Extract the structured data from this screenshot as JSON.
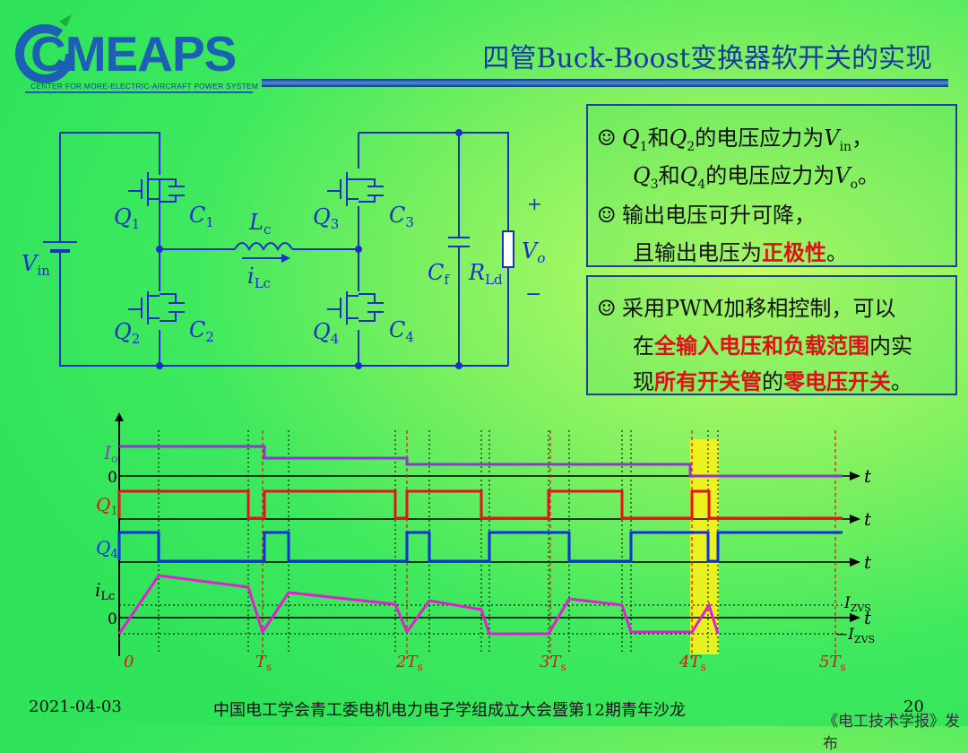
{
  "header": {
    "logo_text": "CMEAPS",
    "logo_subtitle": "CENTER FOR MORE-ELECTRIC-AIRCRAFT POWER SYSTEM",
    "title": "四管Buck-Boost变换器软开关的实现"
  },
  "circuit": {
    "labels": {
      "vin": "V",
      "vin_sub": "in",
      "q1": "Q",
      "q1_sub": "1",
      "q2": "Q",
      "q2_sub": "2",
      "q3": "Q",
      "q3_sub": "3",
      "q4": "Q",
      "q4_sub": "4",
      "c1": "C",
      "c1_sub": "1",
      "c2": "C",
      "c2_sub": "2",
      "c3": "C",
      "c3_sub": "3",
      "c4": "C",
      "c4_sub": "4",
      "lc": "L",
      "lc_sub": "c",
      "ilc": "i",
      "ilc_sub": "Lc",
      "cf": "C",
      "cf_sub": "f",
      "rld": "R",
      "rld_sub": "Ld",
      "vo": "V",
      "vo_sub": "o",
      "plus": "+",
      "minus": "−"
    }
  },
  "notes": {
    "box1": {
      "line1": {
        "a": "Q",
        "a_sub": "1",
        "b": "和",
        "c": "Q",
        "c_sub": "2",
        "d": "的电压应力为",
        "e": "V",
        "e_sub": "in",
        "f": "，"
      },
      "line2": {
        "a": "Q",
        "a_sub": "3",
        "b": "和",
        "c": "Q",
        "c_sub": "4",
        "d": "的电压应力为",
        "e": "V",
        "e_sub": "o",
        "f": "。"
      },
      "line3": "输出电压可升可降，",
      "line4": {
        "a": "且输出电压为",
        "b": "正极性",
        "c": "。"
      }
    },
    "box2": {
      "line1": "采用PWM加移相控制，可以",
      "line2": {
        "a": "在",
        "b": "全输入电压和负载范围",
        "c": "内实"
      },
      "line3": {
        "a": "现",
        "b": "所有开关管",
        "c": "的",
        "d": "零电压开关",
        "e": "。"
      }
    }
  },
  "waveform": {
    "row_labels": {
      "io": "I",
      "io_sub": "o",
      "q1": "Q",
      "q1_sub": "1",
      "q4": "Q",
      "q4_sub": "4",
      "ilc": "i",
      "ilc_sub": "Lc",
      "zero_top": "0",
      "zero_bottom": "0"
    },
    "t_label": "t",
    "izvs_pos": "I",
    "izvs_pos_sub": "ZVS",
    "izvs_neg": "−I",
    "izvs_neg_sub": "ZVS",
    "ticks": [
      {
        "a": "0",
        "sub": ""
      },
      {
        "a": "T",
        "sub": "s"
      },
      {
        "a": "2T",
        "sub": "s"
      },
      {
        "a": "3T",
        "sub": "s"
      },
      {
        "a": "4T",
        "sub": "s"
      },
      {
        "a": "5T",
        "sub": "s"
      }
    ],
    "colors": {
      "io": "#8a3cc8",
      "q1": "#e8101a",
      "q4": "#1030e0",
      "ilc": "#e020d0",
      "highlight": "#f7f21a"
    }
  },
  "footer": {
    "date": "2021-04-03",
    "event": "中国电工学会青工委电机电力电子学组成立大会暨第12期青年沙龙",
    "page": "20",
    "watermark": "《电工技术学报》发布"
  }
}
